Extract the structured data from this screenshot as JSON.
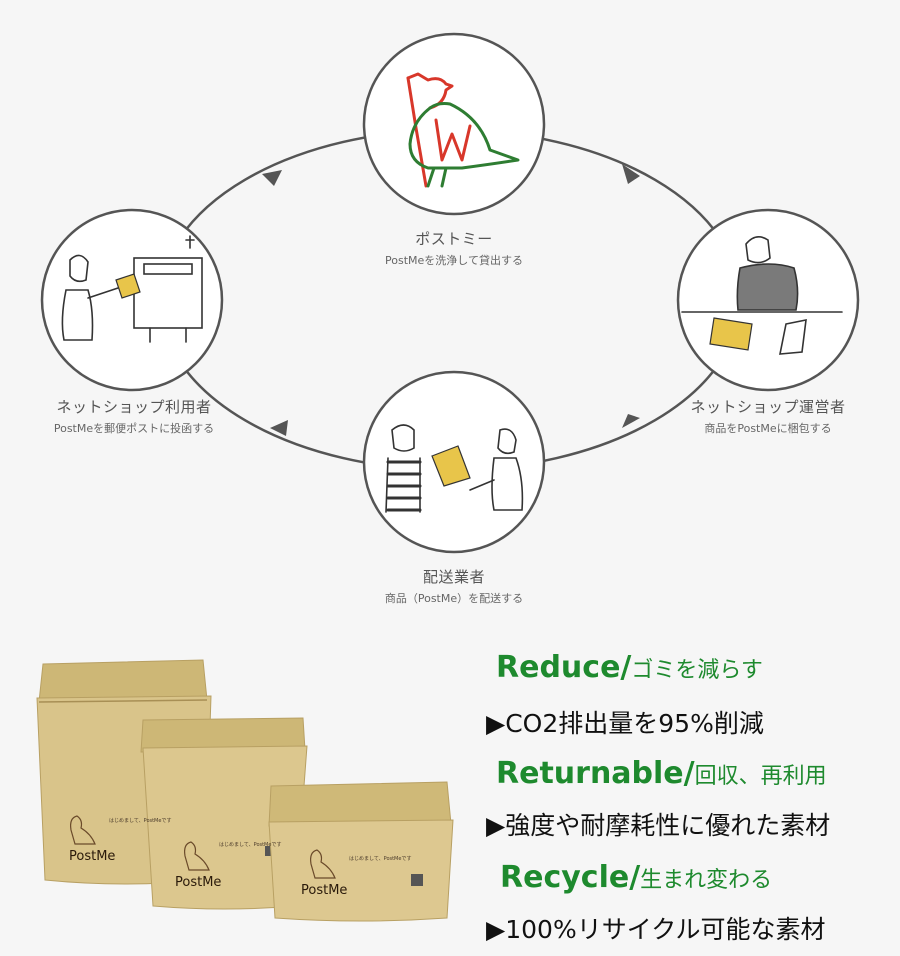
{
  "cycle": {
    "nodes": [
      {
        "id": "postme",
        "label": "ポストミー",
        "sub": "PostMeを洗浄して貸出する"
      },
      {
        "id": "shop",
        "label": "ネットショップ運営者",
        "sub": "商品をPostMeに梱包する"
      },
      {
        "id": "carrier",
        "label": "配送業者",
        "sub": "商品（PostMe）を配送する"
      },
      {
        "id": "user",
        "label": "ネットショップ利用者",
        "sub": "PostMeを郵便ポストに投函する"
      }
    ]
  },
  "benefits": [
    {
      "title": "Reduce/",
      "title_sub": "ゴミを減らす",
      "desc": "▶CO2排出量を95%削減"
    },
    {
      "title": "Returnable/",
      "title_sub": "回収、再利用",
      "desc": "▶強度や耐摩耗性に優れた素材"
    },
    {
      "title": "Recycle/",
      "title_sub": "生まれ変わる",
      "desc": "▶100%リサイクル可能な素材"
    }
  ],
  "bags": {
    "brand": "PostMe",
    "note": "はじめまして、PostMeです"
  },
  "colors": {
    "green": "#1e8a2e",
    "red": "#d8372a",
    "bag": "#d9c48a",
    "line": "#555555"
  }
}
